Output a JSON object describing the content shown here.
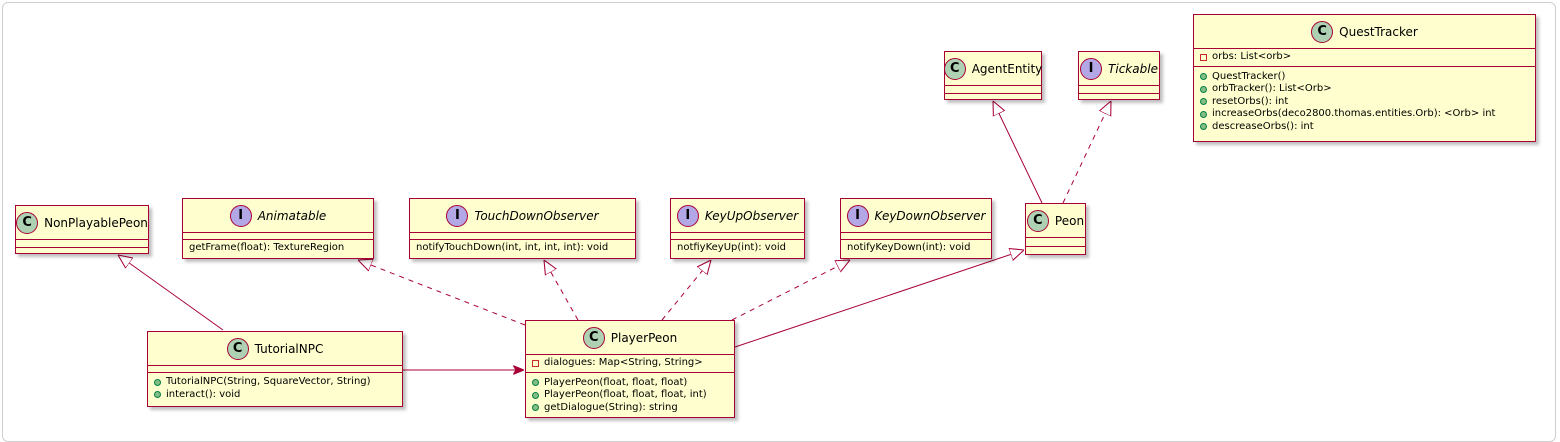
{
  "diagram": {
    "classes": {
      "quest_tracker": {
        "stereotype": "C",
        "name": "QuestTracker",
        "fields": [
          {
            "visibility": "private",
            "text": "orbs: List<orb>"
          }
        ],
        "methods": [
          {
            "visibility": "public",
            "text": "QuestTracker()"
          },
          {
            "visibility": "public",
            "text": "orbTracker(): List<Orb>"
          },
          {
            "visibility": "public",
            "text": "resetOrbs(): int"
          },
          {
            "visibility": "public",
            "text": "increaseOrbs(deco2800.thomas.entities.Orb): <Orb> int"
          },
          {
            "visibility": "public",
            "text": "descreaseOrbs(): int"
          }
        ]
      },
      "agent_entity": {
        "stereotype": "C",
        "name": "AgentEntity"
      },
      "tickable": {
        "stereotype": "I",
        "name": "Tickable"
      },
      "non_playable_peon": {
        "stereotype": "C",
        "name": "NonPlayablePeon"
      },
      "animatable": {
        "stereotype": "I",
        "name": "Animatable",
        "methods": [
          {
            "text": "getFrame(float): TextureRegion"
          }
        ]
      },
      "touch_down_observer": {
        "stereotype": "I",
        "name": "TouchDownObserver",
        "methods": [
          {
            "text": "notifyTouchDown(int, int, int, int): void"
          }
        ]
      },
      "key_up_observer": {
        "stereotype": "I",
        "name": "KeyUpObserver",
        "methods": [
          {
            "text": "notfiyKeyUp(int): void"
          }
        ]
      },
      "key_down_observer": {
        "stereotype": "I",
        "name": "KeyDownObserver",
        "methods": [
          {
            "text": "notifyKeyDown(int): void"
          }
        ]
      },
      "peon": {
        "stereotype": "C",
        "name": "Peon"
      },
      "tutorial_npc": {
        "stereotype": "C",
        "name": "TutorialNPC",
        "methods": [
          {
            "visibility": "public",
            "text": "TutorialNPC(String, SquareVector, String)"
          },
          {
            "visibility": "public",
            "text": "interact(): void"
          }
        ]
      },
      "player_peon": {
        "stereotype": "C",
        "name": "PlayerPeon",
        "fields": [
          {
            "visibility": "private",
            "text": "dialogues: Map<String, String>"
          }
        ],
        "methods": [
          {
            "visibility": "public",
            "text": "PlayerPeon(float, float, float)"
          },
          {
            "visibility": "public",
            "text": "PlayerPeon(float, float, float, int)"
          },
          {
            "visibility": "public",
            "text": "getDialogue(String): string"
          }
        ]
      }
    },
    "relations": [
      {
        "from": "peon",
        "to": "agent_entity",
        "kind": "extends"
      },
      {
        "from": "peon",
        "to": "tickable",
        "kind": "implements"
      },
      {
        "from": "tutorial_npc",
        "to": "non_playable_peon",
        "kind": "extends"
      },
      {
        "from": "player_peon",
        "to": "animatable",
        "kind": "implements"
      },
      {
        "from": "player_peon",
        "to": "touch_down_observer",
        "kind": "implements"
      },
      {
        "from": "player_peon",
        "to": "key_up_observer",
        "kind": "implements"
      },
      {
        "from": "player_peon",
        "to": "key_down_observer",
        "kind": "implements"
      },
      {
        "from": "player_peon",
        "to": "peon",
        "kind": "extends"
      },
      {
        "from": "tutorial_npc",
        "to": "player_peon",
        "kind": "association"
      }
    ],
    "colors": {
      "class_fill": "#fefece",
      "border": "#a80036",
      "class_badge": "#add1b2",
      "interface_badge": "#b4a7e5"
    }
  }
}
